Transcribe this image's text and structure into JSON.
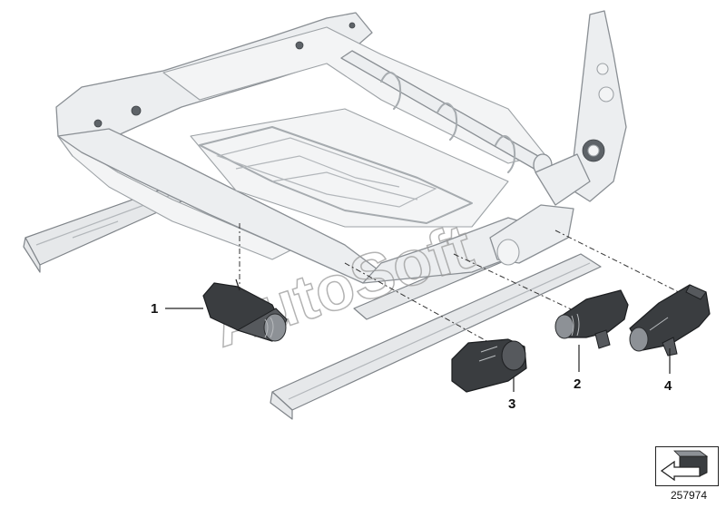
{
  "diagram": {
    "watermark": "AutoSoft",
    "callouts": [
      {
        "id": "1",
        "label": "1"
      },
      {
        "id": "2",
        "label": "2"
      },
      {
        "id": "3",
        "label": "3"
      },
      {
        "id": "4",
        "label": "4"
      }
    ],
    "reference_number": "257974",
    "icons": [
      "arrow-reference-icon"
    ],
    "colors": {
      "frame": "#eceef0",
      "outline": "#8a8f94",
      "motor": "#3a3d40",
      "leader": "#222222"
    }
  }
}
